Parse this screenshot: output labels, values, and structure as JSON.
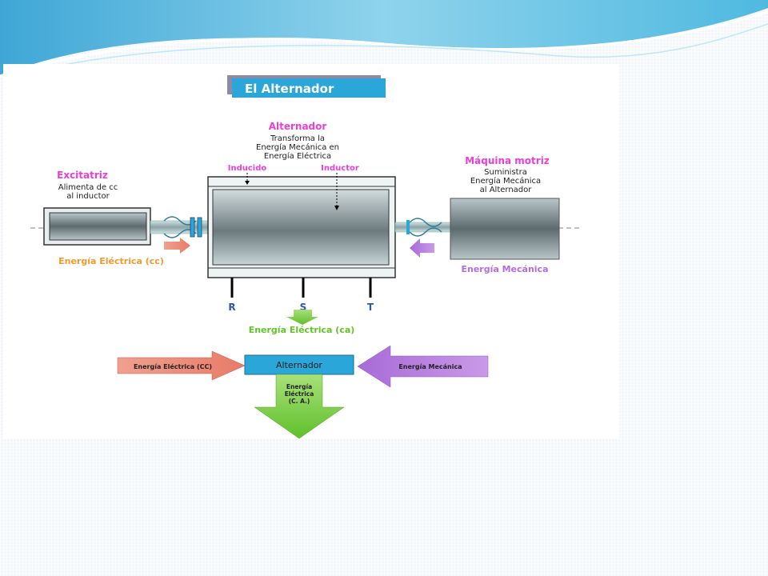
{
  "title": "El Alternador",
  "alternator": {
    "heading": "Alternador",
    "desc": [
      "Transforma la",
      "Energía Mecánica en",
      "Energía Eléctrica"
    ],
    "inducido": "Inducido",
    "inductor": "Inductor"
  },
  "exciter": {
    "heading": "Excitatriz",
    "desc": [
      "Alimenta de cc",
      "al inductor"
    ],
    "energy": "Energía Eléctrica (cc)"
  },
  "prime_mover": {
    "heading": "Máquina motriz",
    "desc": [
      "Suministra",
      "Energía Mecánica",
      "al Alternador"
    ],
    "energy": "Energía Mecánica"
  },
  "terminals": [
    "R",
    "S",
    "T"
  ],
  "output_energy": "Energía Eléctrica (ca)",
  "block": {
    "left_label": "Energía Eléctrica (CC)",
    "center_label": "Alternador",
    "right_label": "Energía Mecánica",
    "down_label": [
      "Energía",
      "Eléctrica",
      "(C. A.)"
    ]
  },
  "colors": {
    "magenta": "#e83fd8",
    "orange": "#f39a2e",
    "green": "#63c32a",
    "purple": "#b46de0",
    "blue": "#2aa6d8",
    "salmon": "#f08a7a",
    "lilac": "#c08ae8"
  }
}
